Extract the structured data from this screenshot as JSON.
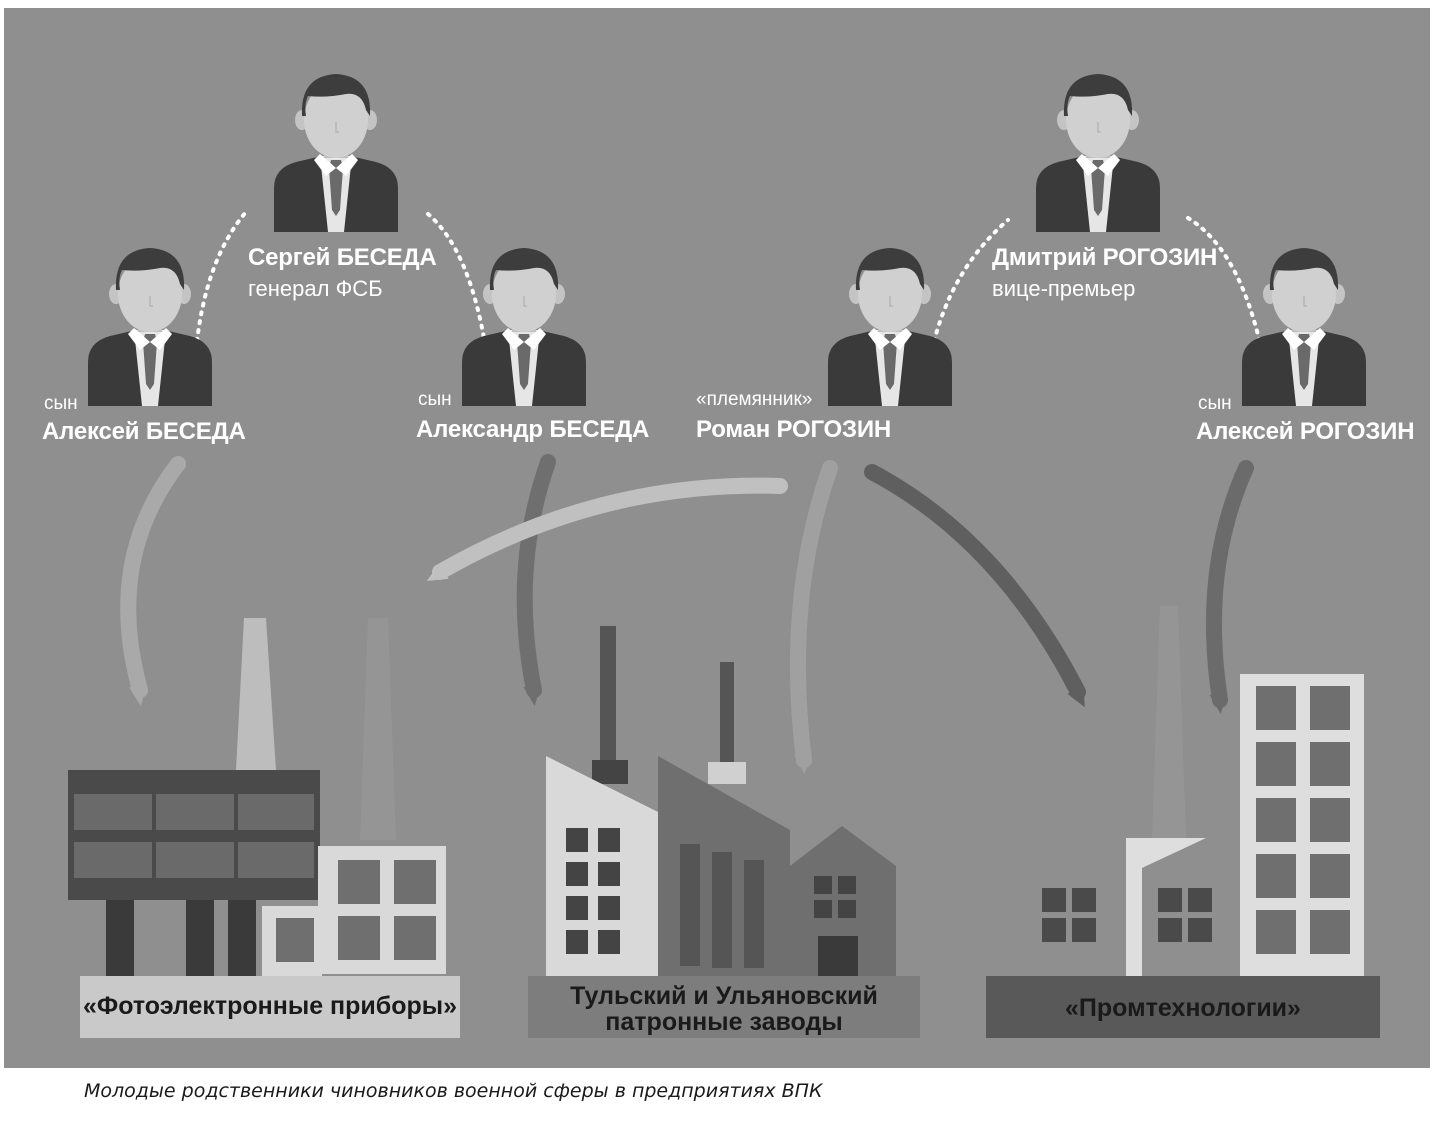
{
  "people": {
    "sergey": {
      "name": "Сергей БЕСЕДА",
      "role": "генерал ФСБ"
    },
    "dmitriy": {
      "name": "Дмитрий РОГОЗИН",
      "role": "вице-премьер"
    },
    "aleksey_beseda": {
      "relation": "сын",
      "name": "Алексей БЕСЕДА"
    },
    "aleksandr_beseda": {
      "relation": "сын",
      "name": "Александр БЕСЕДА"
    },
    "roman_rogozin": {
      "relation": "«племянник»",
      "name": "Роман РОГОЗИН"
    },
    "aleksey_rogozin": {
      "relation": "сын",
      "name": "Алексей РОГОЗИН"
    }
  },
  "companies": {
    "fotoelektronnye": {
      "label": "«Фотоэлектронные приборы»"
    },
    "patronnye": {
      "line1": "Тульский и Ульяновский",
      "line2": "патронные заводы"
    },
    "promtekhnologii": {
      "label": "«Промтехнологии»"
    }
  },
  "caption": "Молодые родственники чиновников военной сферы в предприятиях ВПК",
  "colors": {
    "background": "#8f8f8f",
    "suit": "#3a3a3a",
    "skin": "#cfcfcf",
    "hair": "#3d3d3d",
    "text": "#ffffff",
    "plate_light": "#c9c9c9",
    "plate_mid": "#7a7a7a",
    "plate_dark": "#595959"
  },
  "icons": [
    "person-icon",
    "factory-icon",
    "arrow-icon"
  ]
}
